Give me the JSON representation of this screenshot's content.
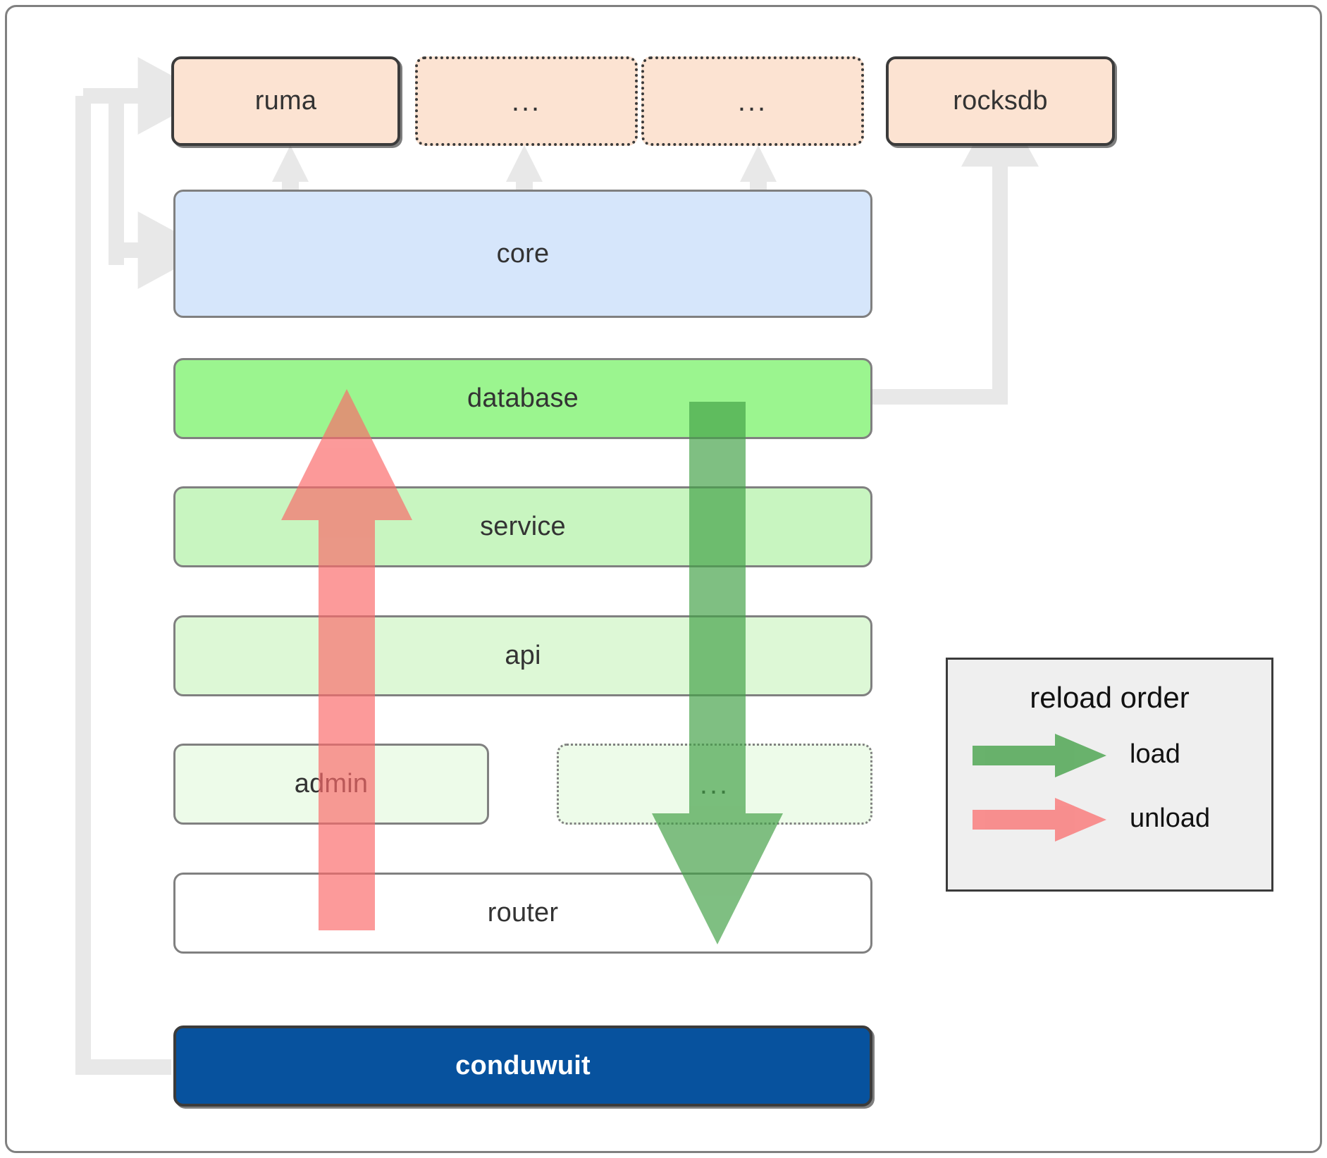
{
  "diagram": {
    "title": "conduwuit crate dependency and reload order diagram",
    "colors": {
      "peach": "#fce3d2",
      "blue": "#d6e6fb",
      "green_database": "#9bf58f",
      "green_service": "#c8f5c0",
      "green_api": "#ddf8d6",
      "green_admin": "#edfbe9",
      "navy": "#07529e",
      "legend_bg": "#efefef",
      "load_arrow": "#4caf50",
      "unload_arrow": "#f98080",
      "connector_gray": "#e8e8e8",
      "border_dark": "#3b3b3b",
      "border_gray": "#808080"
    },
    "external_row": [
      {
        "label": "ruma",
        "style": "solid"
      },
      {
        "label": "...",
        "style": "dotted"
      },
      {
        "label": "...",
        "style": "dotted"
      },
      {
        "label": "rocksdb",
        "style": "solid"
      }
    ],
    "layers": [
      {
        "label": "core",
        "fill": "blue"
      },
      {
        "label": "database",
        "fill": "green1"
      },
      {
        "label": "service",
        "fill": "green2"
      },
      {
        "label": "api",
        "fill": "green3"
      },
      {
        "label": "admin",
        "fill": "green4"
      },
      {
        "label": "...",
        "fill": "green4"
      },
      {
        "label": "router",
        "fill": "white"
      }
    ],
    "binary": {
      "label": "conduwuit"
    },
    "legend": {
      "title": "reload order",
      "entries": [
        {
          "label": "load",
          "direction": "down",
          "color": "#4caf50"
        },
        {
          "label": "unload",
          "direction": "up",
          "color": "#f98080"
        }
      ]
    }
  }
}
